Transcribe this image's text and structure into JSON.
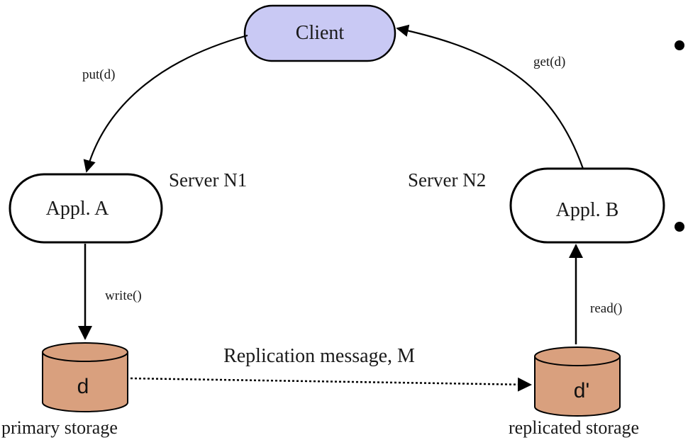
{
  "nodes": {
    "client": "Client",
    "appl_a": "Appl. A",
    "appl_b": "Appl. B"
  },
  "servers": {
    "n1": "Server N1",
    "n2": "Server N2"
  },
  "edges": {
    "put": "put(d)",
    "get": "get(d)",
    "write": "write()",
    "read": "read()",
    "replication": "Replication message, M"
  },
  "storage": {
    "primary_value": "d",
    "replica_value": "d'",
    "primary_label": "primary storage",
    "replicated_label": "replicated storage"
  },
  "colors": {
    "client_fill": "#c9c9f4",
    "storage_fill": "#d9a07e",
    "stroke": "#000000"
  }
}
